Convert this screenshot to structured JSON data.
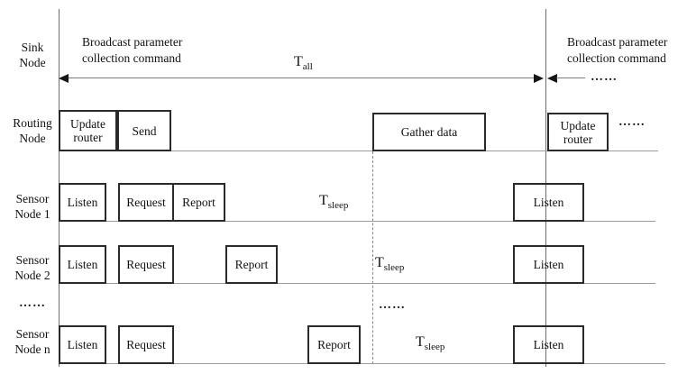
{
  "colors": {
    "background": "#ffffff",
    "box_border": "#2a2a2a",
    "axis_line": "#6e6e6e",
    "baseline": "#9c9c9c",
    "text": "#111111"
  },
  "lanes": {
    "sink": {
      "line1": "Sink",
      "line2": "Node"
    },
    "routing": {
      "line1": "Routing",
      "line2": "Node"
    },
    "sensor1": {
      "line1": "Sensor",
      "line2": "Node 1"
    },
    "sensor2": {
      "line1": "Sensor",
      "line2": "Node 2"
    },
    "more": "……",
    "sensorn": {
      "line1": "Sensor",
      "line2": "Node n"
    }
  },
  "sink_row": {
    "broadcast_left": {
      "line1": "Broadcast parameter",
      "line2": "collection command"
    },
    "t_all": {
      "base": "T",
      "sub": "all"
    },
    "broadcast_right": {
      "line1": "Broadcast parameter",
      "line2": "collection command"
    },
    "ellipsis": "……"
  },
  "routing_row": {
    "update_router_left": {
      "line1": "Update",
      "line2": "router"
    },
    "send": "Send",
    "gather_data": "Gather data",
    "update_router_right": {
      "line1": "Update",
      "line2": "router"
    },
    "ellipsis": "……"
  },
  "sensor1_row": {
    "listen": "Listen",
    "request": "Request",
    "report": "Report",
    "t_sleep": {
      "base": "T",
      "sub": "sleep"
    },
    "listen_next": "Listen"
  },
  "sensor2_row": {
    "listen": "Listen",
    "request": "Request",
    "report": "Report",
    "t_sleep": {
      "base": "T",
      "sub": "sleep"
    },
    "listen_next": "Listen"
  },
  "dots_row": {
    "middle": "……"
  },
  "sensorn_row": {
    "listen": "Listen",
    "request": "Request",
    "report": "Report",
    "t_sleep": {
      "base": "T",
      "sub": "sleep"
    },
    "listen_next": "Listen"
  }
}
